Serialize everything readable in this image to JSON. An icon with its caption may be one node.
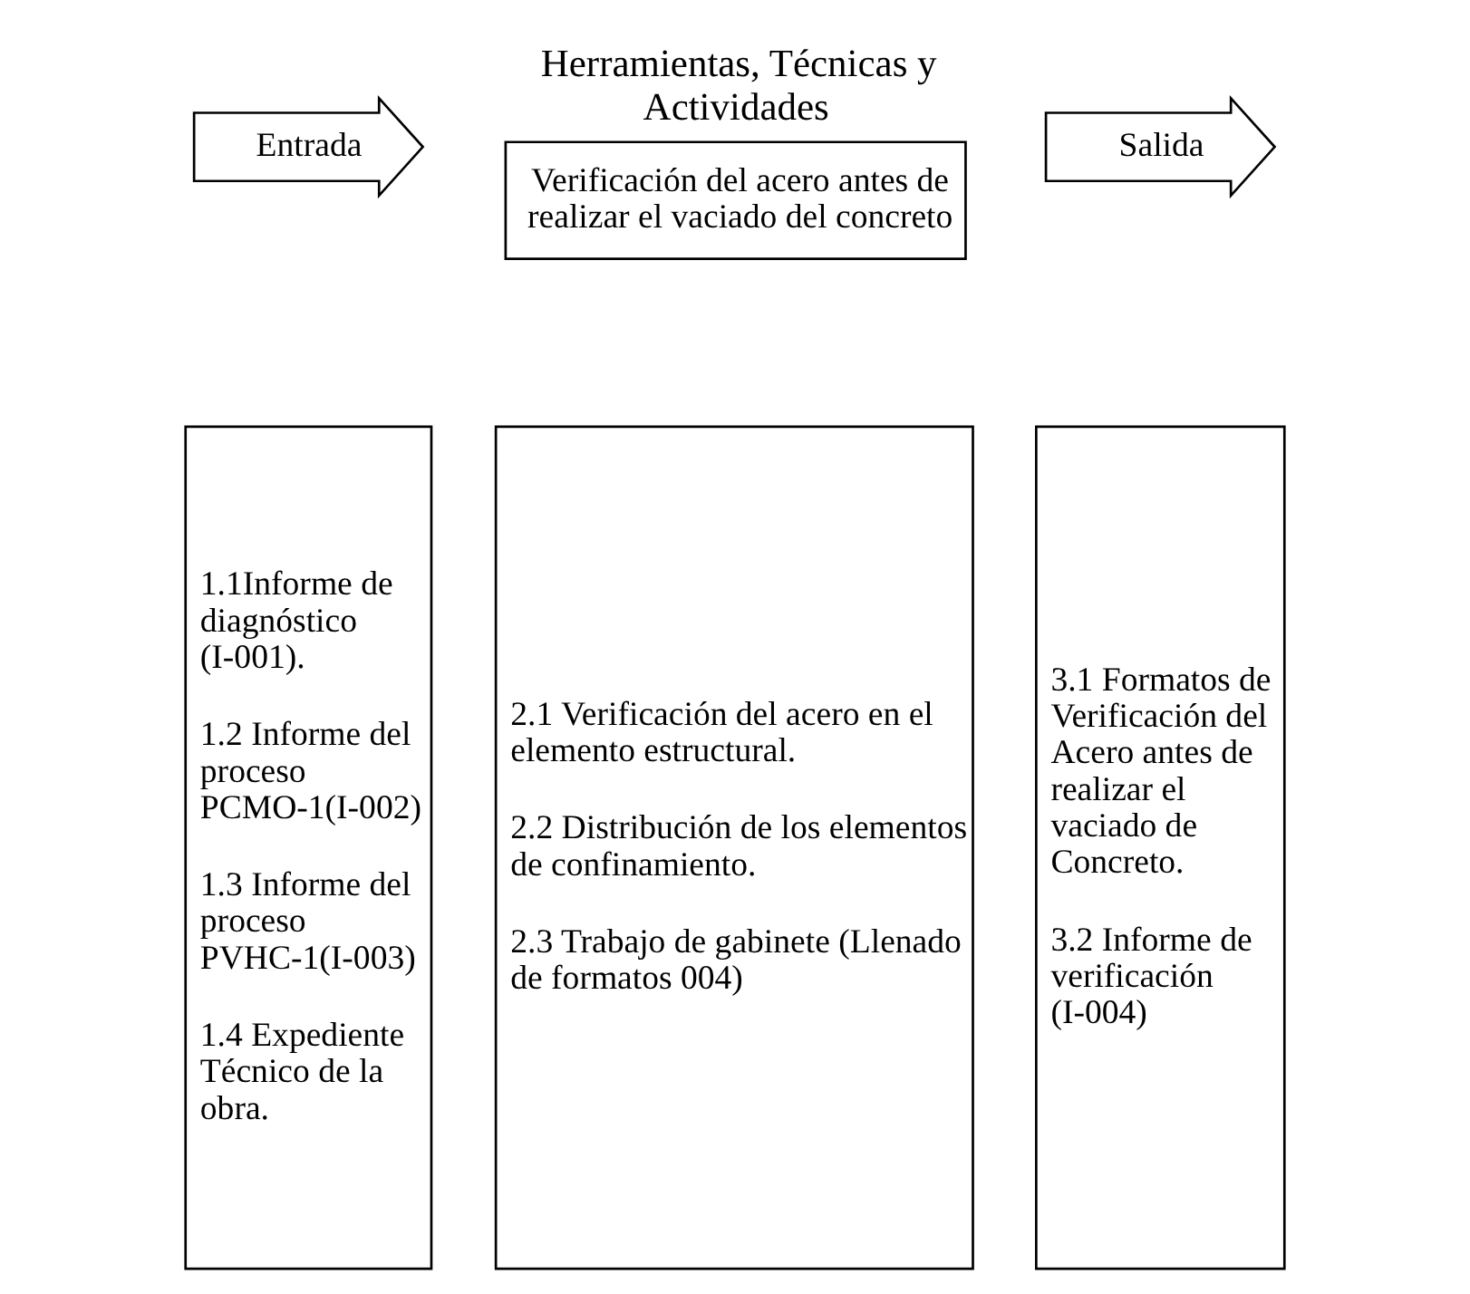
{
  "diagram": {
    "nodes": [
      {
        "text": [
          "Entrada"
        ]
      },
      {
        "text": [
          "Herramientas, Técnicas y Actividades",
          "Verificación del acero antes de realizar el vaciado del concreto"
        ]
      },
      {
        "text": [
          "Salida"
        ]
      },
      {
        "text": [
          "1.1Informe de diagnóstico (I-001).",
          "1.2 Informe del proceso PCMO-1(I-002)",
          "1.3 Informe del proceso PVHC-1(I-003)",
          "1.4 Expediente Técnico de la obra."
        ]
      },
      {
        "text": [
          "2.1 Verificación del acero en el elemento estructural.",
          "2.2 Distribución de los elementos de confinamiento.",
          "2.3 Trabajo de gabinete (Llenado de formatos 004)"
        ]
      },
      {
        "text": [
          "3.1 Formatos de Verificación del Acero antes de realizar el vaciado de Concreto.",
          "3.2 Informe de verificación (I-004)"
        ]
      }
    ],
    "edges": []
  }
}
